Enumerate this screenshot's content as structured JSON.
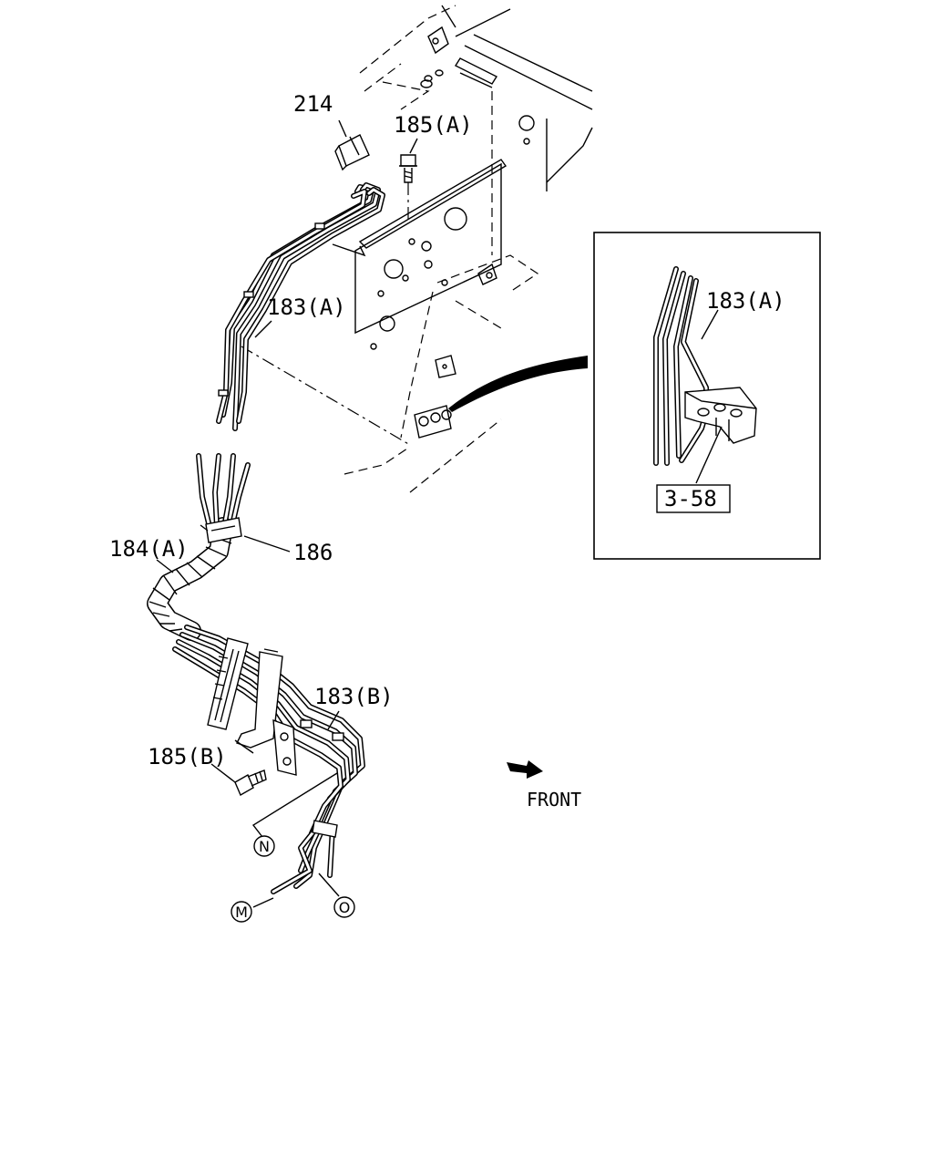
{
  "callouts": {
    "part_214": "214",
    "part_185a_top": "185(A)",
    "part_183a_main": "183(A)",
    "part_183a_inset": "183(A)",
    "part_184a": "184(A)",
    "part_186": "186",
    "part_183b": "183(B)",
    "part_185b": "185(B)",
    "ref_box": "3-58"
  },
  "connection_marks": {
    "n": "N",
    "m": "M",
    "o": "O"
  },
  "direction": {
    "label": "FRONT"
  }
}
